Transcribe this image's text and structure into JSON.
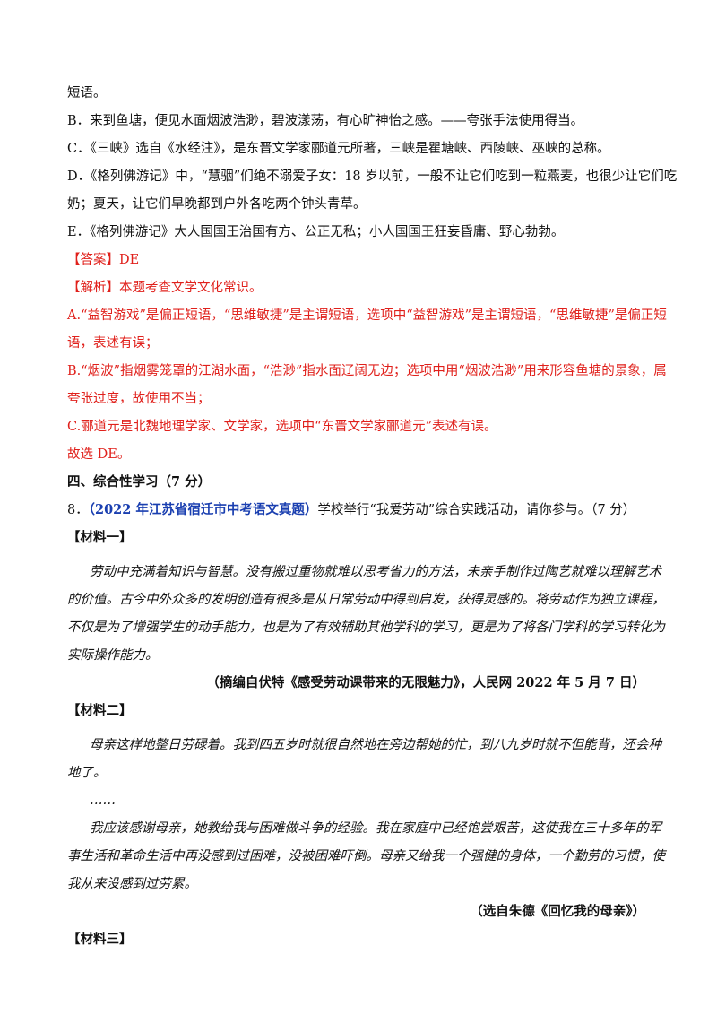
{
  "lines": {
    "l0": "短语。",
    "l1": "B．来到鱼塘，便见水面烟波浩渺，碧波漾荡，有心旷神怡之感。——夸张手法使用得当。",
    "l2": "C．《三峡》选自《水经注》，是东晋文学家郦道元所著，三峡是瞿塘峡、西陵峡、巫峡的总称。",
    "l3a": "D．《格列佛游记》中，“慧骃”们绝不溺爱子女：18 岁以前，一般不让它们吃到一粒燕麦，也很少让它们吃",
    "l3b": "奶；夏天，让它们早晚都到户外各吃两个钟头青草。",
    "l4": "E．《格列佛游记》大人国国王治国有方、公正无私；小人国国王狂妄昏庸、野心勃勃。",
    "answer": "【答案】DE",
    "analysis": "【解析】本题考查文学文化常识。",
    "a1a": "A.“益智游戏”是偏正短语，“思维敏捷”是主谓短语，选项中“益智游戏”是主谓短语，“思维敏捷”是偏正短",
    "a1b": "语，表述有误；",
    "a2a": "B.“烟波”指烟雾笼罩的江湖水面，“浩渺”指水面辽阔无边；选项中用“烟波浩渺”用来形容鱼塘的景象，属",
    "a2b": "夸张过度，故使用不当；",
    "a3": "C.郦道元是北魏地理学家、文学家，选项中“东晋文学家郦道元”表述有误。",
    "a4": "故选 DE。",
    "section4": "四、综合性学习（7 分）",
    "q8_num": "8．",
    "q8_src": "（2022 年江苏省宿迁市中考语文真题）",
    "q8_text": "学校举行“我爱劳动”综合实践活动，请你参与。（7 分）",
    "m1_title": "【材料一】",
    "m1_p1": "劳动中充满着知识与智慧。没有搬过重物就难以思考省力的方法，未亲手制作过陶艺就难以理解艺术",
    "m1_p2": "的价值。古今中外众多的发明创造有很多是从日常劳动中得到启发，获得灵感的。将劳动作为独立课程，",
    "m1_p3": "不仅是为了增强学生的动手能力，也是为了有效辅助其他学科的学习，更是为了将各门学科的学习转化为",
    "m1_p4": "实际操作能力。",
    "m1_src": "（摘编自伏特《感受劳动课带来的无限魅力》，人民网 2022 年 5 月 7 日）",
    "m2_title": "【材料二】",
    "m2_p1": "母亲这样地整日劳碌着。我到四五岁时就很自然地在旁边帮她的忙，到八九岁时就不但能背，还会种",
    "m2_p2": "地了。",
    "m2_ellipsis": "……",
    "m2_p3": "我应该感谢母亲，她教给我与困难做斗争的经验。我在家庭中已经饱尝艰苦，这使我在三十多年的军",
    "m2_p4": "事生活和革命生活中再没感到过困难，没被困难吓倒。母亲又给我一个强健的身体，一个勤劳的习惯，使",
    "m2_p5": "我从来没感到过劳累。",
    "m2_src": "（选自朱德《回忆我的母亲》）",
    "m3_title": "【材料三】"
  },
  "colors": {
    "answer": "#e0201b",
    "source": "#1a3fb0",
    "text": "#111111"
  }
}
